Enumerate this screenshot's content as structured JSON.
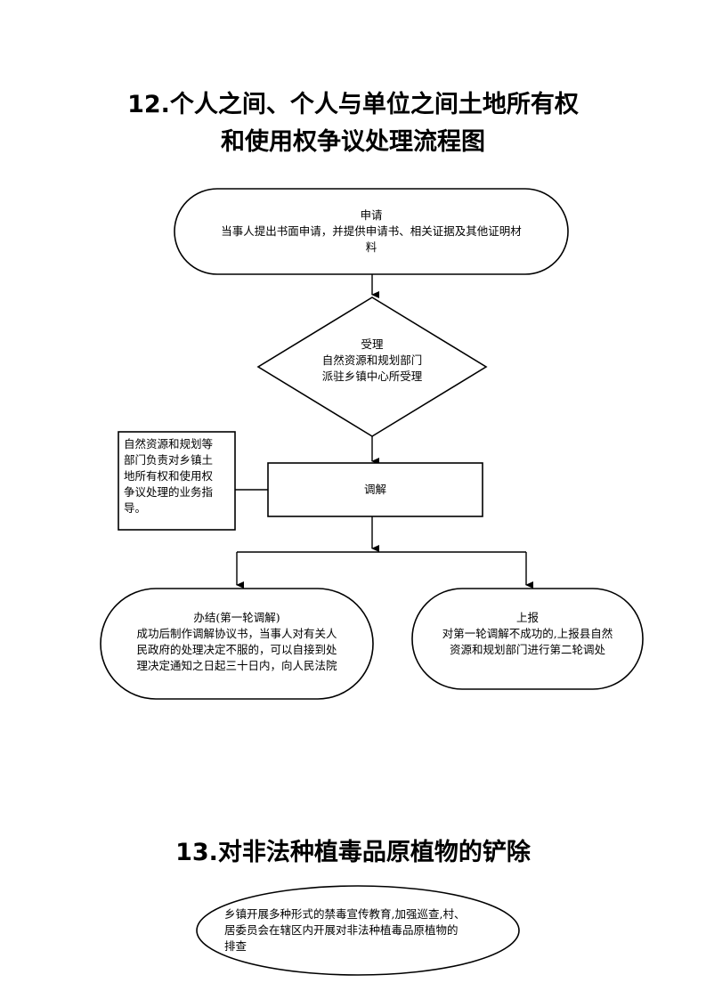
{
  "section12": {
    "title_line1": "12.个人之间、个人与单位之间土地所有权",
    "title_line2": "和使用权争议处理流程图",
    "apply": {
      "heading": "申请",
      "line1": "当事人提出书面申请，并提供申请书、相关证据及其他证明材",
      "line2": "料"
    },
    "accept": {
      "heading": "受理",
      "line1": "自然资源和规划部门",
      "line2": "派驻乡镇中心所受理"
    },
    "guide_note": {
      "line1": "自然资源和规划等",
      "line2": "部门负责对乡镇土",
      "line3": "地所有权和使用权",
      "line4": "争议处理的业务指",
      "line5": "导。"
    },
    "mediate": {
      "heading": "调解"
    },
    "conclude": {
      "heading": "办结(第一轮调解)",
      "line1": "成功后制作调解协议书，当事人对有关人",
      "line2": "民政府的处理决定不服的，可以自接到处",
      "line3": "理决定通知之日起三十日内，向人民法院"
    },
    "report": {
      "heading": "上报",
      "line1": "对第一轮调解不成功的,上报县自然",
      "line2": "资源和规划部门进行第二轮调处"
    }
  },
  "section13": {
    "title": "13.对非法种植毒品原植物的铲除",
    "box": {
      "line1": "乡镇开展多种形式的禁毒宣传教育,加强巡查,村、",
      "line2": "居委员会在辖区内开展对非法种植毒品原植物的",
      "line3": "排查"
    }
  }
}
